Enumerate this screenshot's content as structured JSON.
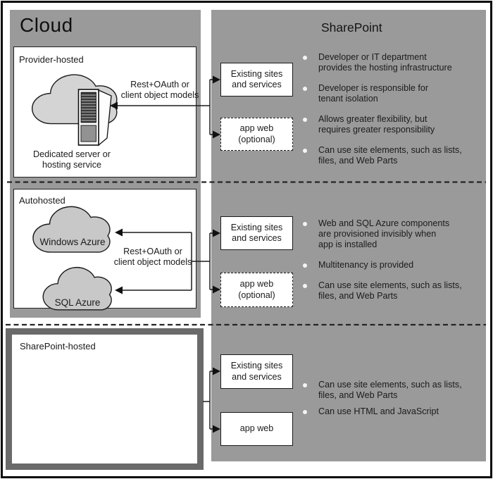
{
  "cloud_panel": {
    "title": "Cloud",
    "provider": {
      "label": "Provider-hosted",
      "server_caption": "Dedicated server or\nhosting service",
      "connector_label": "Rest+OAuth or\nclient object models"
    },
    "autohosted": {
      "label": "Autohosted",
      "cloud1": "Windows Azure",
      "cloud2": "SQL Azure",
      "connector_label": "Rest+OAuth or\nclient object models"
    },
    "sharepoint_hosted": {
      "label": "SharePoint-hosted"
    }
  },
  "sharepoint_panel": {
    "title": "SharePoint",
    "sections": [
      {
        "existing_box": "Existing sites\nand services",
        "app_box": "app web\n(optional)",
        "bullets": [
          "Developer or IT department\nprovides the hosting infrastructure",
          "Developer is responsible for\ntenant isolation",
          "Allows greater flexibility, but\nrequires greater responsibility",
          "Can use site elements, such as lists,\nfiles, and Web Parts"
        ]
      },
      {
        "existing_box": "Existing sites\nand services",
        "app_box": "app web\n(optional)",
        "bullets": [
          "Web and SQL Azure components\nare provisioned invisibly when\napp is installed",
          "Multitenancy is provided",
          "Can use site elements, such as lists,\nfiles, and Web Parts"
        ]
      },
      {
        "existing_box": "Existing sites\nand services",
        "app_box": "app web",
        "bullets": [
          "Can use site elements, such as lists,\nfiles, and Web Parts",
          "Can use HTML and JavaScript"
        ]
      }
    ]
  },
  "colors": {
    "panel_gray": "#9a9a9a",
    "provider_cloud_fill": "#d4d4d4",
    "azure_cloud_fill": "#c8c8c8",
    "hosted_border": "#6a6a6a",
    "line": "#1c1c1c",
    "bullet_dot": "#f4f4f4"
  }
}
